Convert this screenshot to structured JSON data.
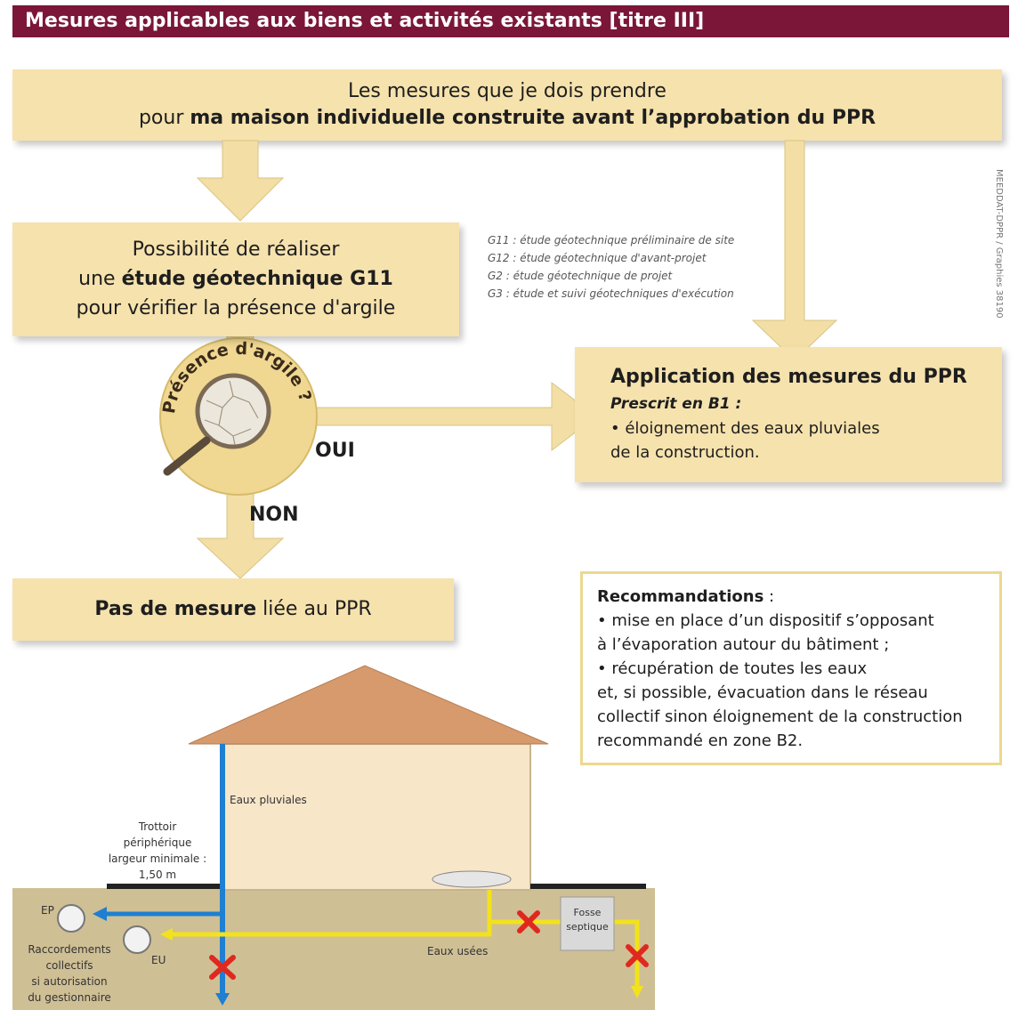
{
  "header": {
    "title": "Mesures applicables aux biens et activités existants [titre III]"
  },
  "top_box": {
    "line1": "Les mesures que je dois prendre",
    "line2_pre": "pour ",
    "line2_bold": "ma maison individuelle construite avant l’approbation du PPR"
  },
  "study_box": {
    "line1": "Possibilité de réaliser",
    "line2_pre": "une ",
    "line2_bold": "étude géotechnique G11",
    "line3": "pour vérifier la présence d'argile"
  },
  "legend": [
    "G11 : étude géotechnique préliminaire de site",
    "G12 : étude géotechnique d'avant-projet",
    "G2 : étude géotechnique de projet",
    "G3 : étude et suivi géotechniques d'exécution"
  ],
  "credit": "MEEDDAT-DPPR / Graphies 38190",
  "decision": {
    "label": "Présence d'argile ?",
    "yes": "OUI",
    "no": "NON"
  },
  "apply_box": {
    "title": "Application des mesures du PPR",
    "subtitle": "Prescrit en B1 :",
    "line1": "• éloignement des eaux pluviales",
    "line2": "de la construction."
  },
  "no_measure": {
    "bold": "Pas de mesure",
    "rest": " liée au PPR"
  },
  "recommendations": {
    "title": "Recommandations",
    "title_suffix": " :",
    "lines": [
      "• mise en place d’un dispositif s’opposant",
      "à l’évaporation autour du bâtiment ;",
      "• récupération de toutes les eaux",
      "et, si possible, évacuation dans le réseau",
      "collectif sinon éloignement de la construction",
      "recommandé en zone B2."
    ]
  },
  "house": {
    "eaux_pluviales": "Eaux pluviales",
    "trottoir": [
      "Trottoir",
      "périphérique",
      "largeur minimale :",
      "1,50 m"
    ],
    "ep": "EP",
    "eu": "EU",
    "raccordements": [
      "Raccordements",
      "collectifs",
      "si autorisation",
      "du gestionnaire"
    ],
    "eaux_usees": "Eaux usées",
    "fosse": [
      "Fosse",
      "septique"
    ]
  },
  "colors": {
    "header": "#7b1638",
    "box": "#f6e2ad",
    "arrow": "#f3dfa5",
    "rain_pipe": "#1f7fd0",
    "waste_pipe": "#f2e21c",
    "cross": "#e0281f",
    "ground": "#cfbf95",
    "roof": "#d69a6c",
    "wall": "#f7e6c8"
  }
}
